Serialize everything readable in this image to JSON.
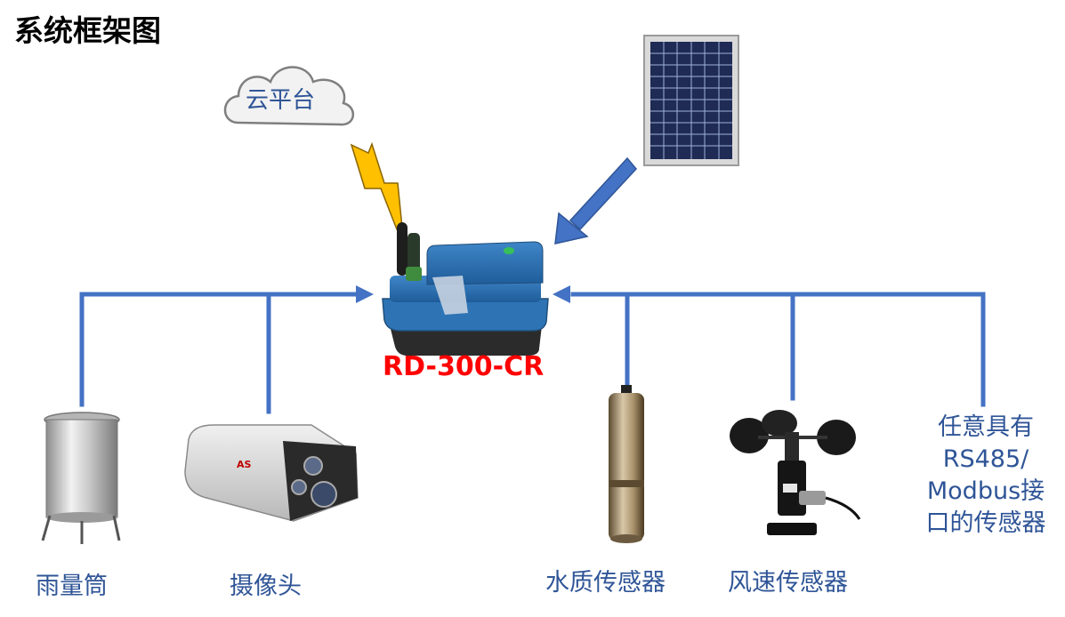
{
  "title": "系统框架图",
  "cloud_label": "云平台",
  "device_label": "RD-300-CR",
  "sensors": {
    "rain_gauge": "雨量筒",
    "camera": "摄像头",
    "water_quality": "水质传感器",
    "wind_speed": "风速传感器",
    "any_sensor_lines": [
      "任意具有",
      "RS485/",
      "Modbus接",
      "口的传感器"
    ]
  },
  "colors": {
    "connector_blue": "#4472c4",
    "label_blue": "#2f5597",
    "device_label_red": "#ff0000",
    "signal_yellow": "#ffc000"
  }
}
